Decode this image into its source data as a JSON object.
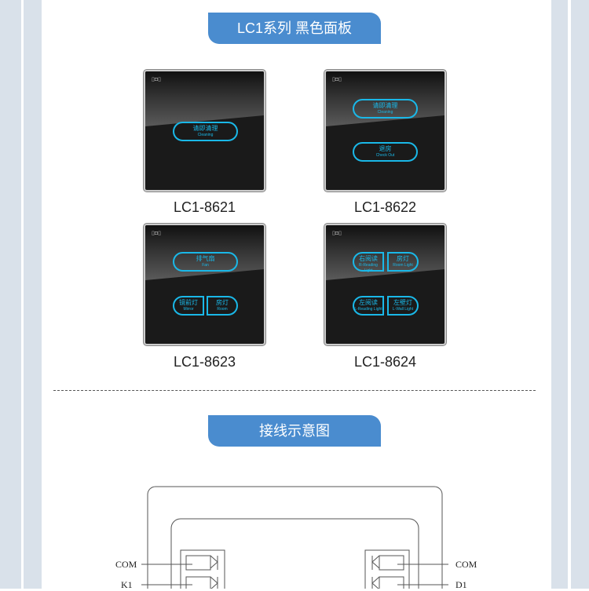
{
  "section1_title": "LC1系列 黑色面板",
  "section2_title": "接线示意图",
  "indicator_icon": "indicator-icon",
  "panels": [
    {
      "model": "LC1-8621",
      "buttons": [
        {
          "cn": "请即清理",
          "en": "Cleaning"
        }
      ]
    },
    {
      "model": "LC1-8622",
      "buttons": [
        {
          "cn": "请即清理",
          "en": "Cleaning"
        },
        {
          "cn": "退房",
          "en": "Check Out"
        }
      ]
    },
    {
      "model": "LC1-8623",
      "buttons": [
        {
          "cn": "排气扇",
          "en": "Fan"
        },
        {
          "cn": "镜前灯",
          "en": "Mirror"
        },
        {
          "cn": "房灯",
          "en": "Room"
        }
      ]
    },
    {
      "model": "LC1-8624",
      "buttons": [
        {
          "cn": "右阅读",
          "en": "R-Reading Light"
        },
        {
          "cn": "房灯",
          "en": "Room Light"
        },
        {
          "cn": "左阅读",
          "en": "L-Reading Light"
        },
        {
          "cn": "左壁灯",
          "en": "L-Wall Light"
        }
      ]
    }
  ],
  "wiring": {
    "left_labels": [
      "COM",
      "K1"
    ],
    "right_labels": [
      "COM",
      "D1"
    ]
  },
  "colors": {
    "banner": "#4a8ccf",
    "button_glow": "#1ab8e8",
    "side": "#d9e1ea"
  }
}
